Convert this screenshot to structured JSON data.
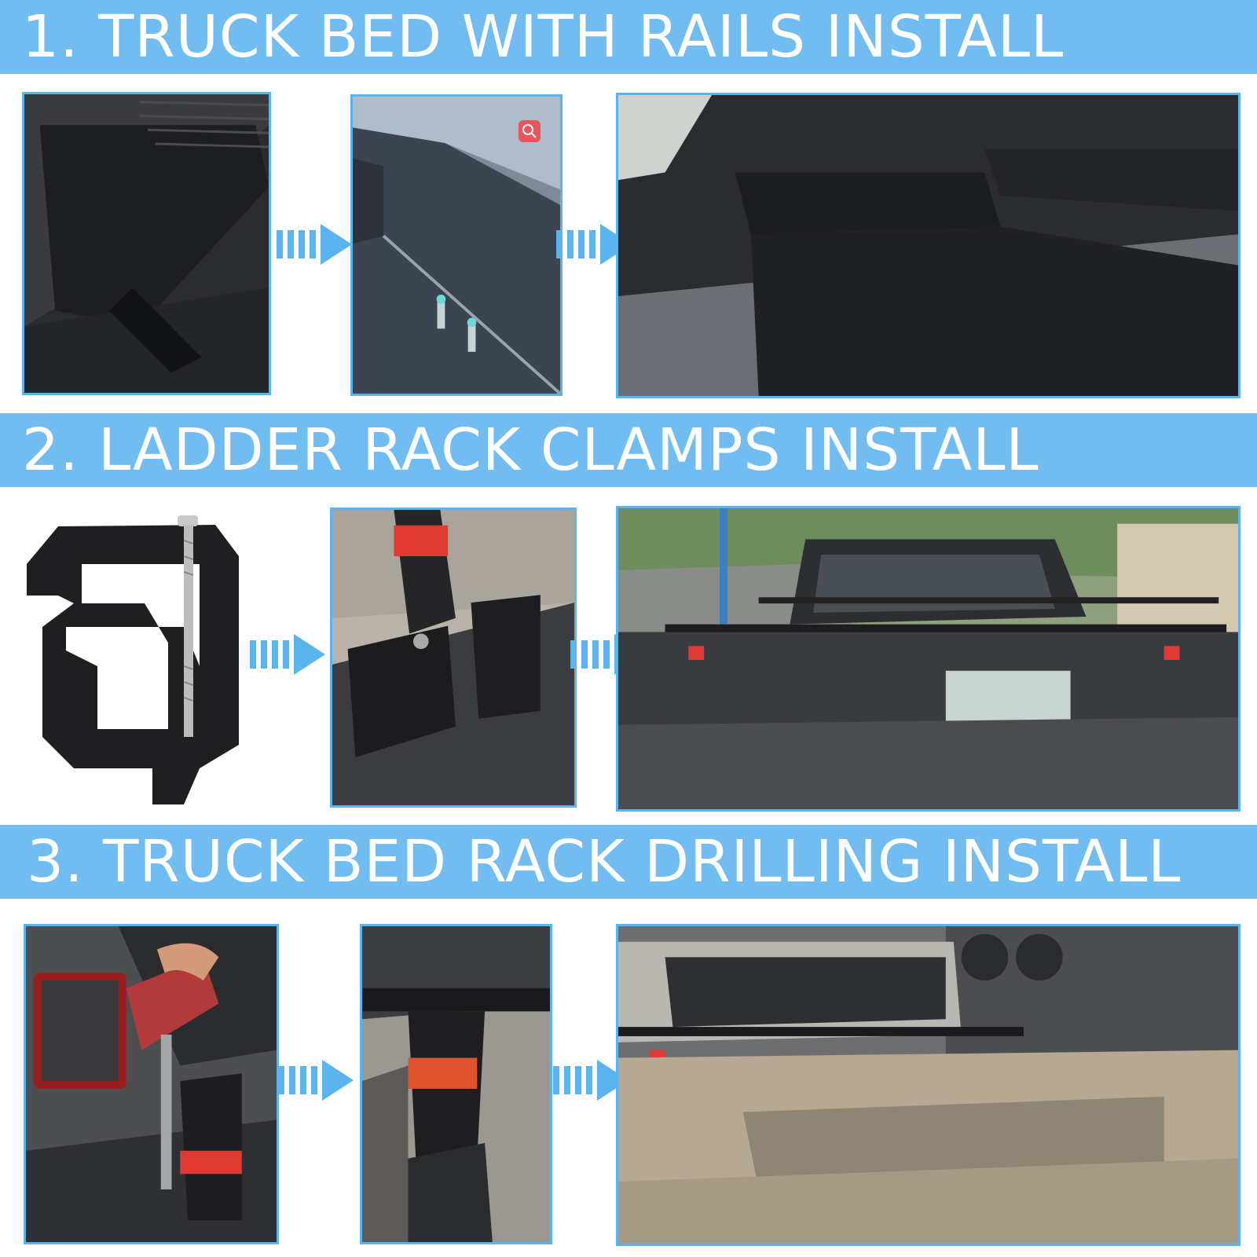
{
  "colors": {
    "banner": "#71bdf2",
    "frame": "#5cb4ee",
    "arrow": "#5cb4ee",
    "clamp_red": "#e03a35"
  },
  "sections": [
    {
      "title": "1. TRUCK BED WITH RAILS INSTALL",
      "photos": [
        "rail-corner-closeup",
        "bed-rail-bolts",
        "rail-cap-installed"
      ]
    },
    {
      "title": "2. LADDER RACK CLAMPS INSTALL",
      "photos": [
        "c-clamp-product",
        "clamp-on-bed-rail",
        "rack-on-ford-truck"
      ]
    },
    {
      "title": "3. TRUCK BED RACK DRILLING INSTALL",
      "photos": [
        "drilling-with-impact-driver",
        "rack-leg-mounted",
        "rack-on-toyota-truck"
      ]
    }
  ],
  "icons": {
    "step_arrow": "dashed-right-arrow-icon",
    "zoom": "magnifier-icon"
  }
}
